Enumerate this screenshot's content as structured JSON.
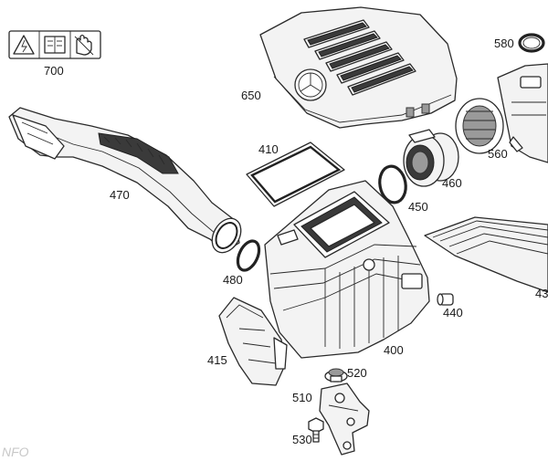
{
  "callouts": {
    "p700": "700",
    "p650": "650",
    "p580": "580",
    "p410": "410",
    "p470": "470",
    "p460": "460",
    "p560": "560",
    "p450": "450",
    "p480": "480",
    "p43x": "43",
    "p440": "440",
    "p400": "400",
    "p415": "415",
    "p520": "520",
    "p510": "510",
    "p530": "530"
  },
  "watermark": "NFO"
}
